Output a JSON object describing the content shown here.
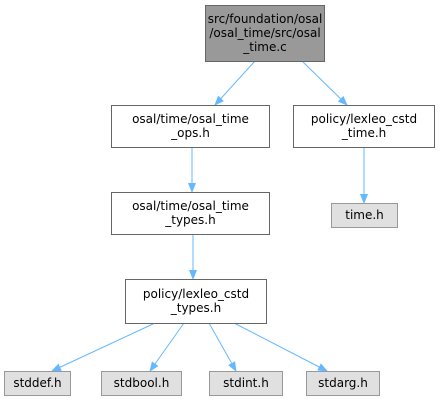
{
  "graph": {
    "nodes": {
      "root": {
        "lines": [
          "src/foundation/osal",
          "/osal_time/src/osal",
          "_time.c"
        ],
        "role": "root"
      },
      "time_ops": {
        "lines": [
          "osal/time/osal_time",
          "_ops.h"
        ],
        "role": "documented"
      },
      "cstd_time": {
        "lines": [
          "policy/lexleo_cstd",
          "_time.h"
        ],
        "role": "documented"
      },
      "time_types": {
        "lines": [
          "osal/time/osal_time",
          "_types.h"
        ],
        "role": "documented"
      },
      "time_h": {
        "lines": [
          "time.h"
        ],
        "role": "external"
      },
      "cstd_types": {
        "lines": [
          "policy/lexleo_cstd",
          "_types.h"
        ],
        "role": "documented"
      },
      "stddef": {
        "lines": [
          "stddef.h"
        ],
        "role": "external"
      },
      "stdbool": {
        "lines": [
          "stdbool.h"
        ],
        "role": "external"
      },
      "stdint": {
        "lines": [
          "stdint.h"
        ],
        "role": "external"
      },
      "stdarg": {
        "lines": [
          "stdarg.h"
        ],
        "role": "external"
      }
    },
    "edges": [
      {
        "from": "root",
        "to": "time_ops"
      },
      {
        "from": "root",
        "to": "cstd_time"
      },
      {
        "from": "time_ops",
        "to": "time_types"
      },
      {
        "from": "cstd_time",
        "to": "time_h"
      },
      {
        "from": "time_types",
        "to": "cstd_types"
      },
      {
        "from": "cstd_types",
        "to": "stddef"
      },
      {
        "from": "cstd_types",
        "to": "stdbool"
      },
      {
        "from": "cstd_types",
        "to": "stdint"
      },
      {
        "from": "cstd_types",
        "to": "stdarg"
      }
    ]
  },
  "colors": {
    "root_fill": "#999999",
    "root_stroke": "#666666",
    "documented_fill": "#ffffff",
    "documented_stroke": "#666666",
    "external_fill": "#e0e0e0",
    "external_stroke": "#999999",
    "edge": "#63b8ff",
    "text": "#000000"
  }
}
